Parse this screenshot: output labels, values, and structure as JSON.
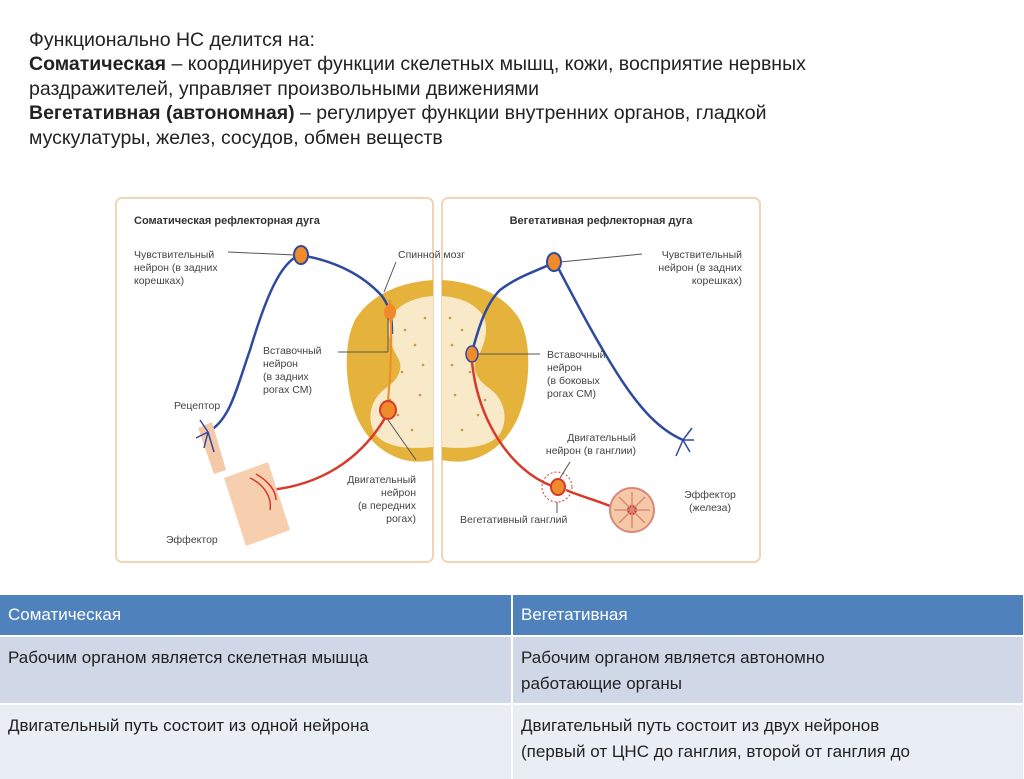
{
  "intro": {
    "line1": "Функционально НС делится на:",
    "somatic_term": "Соматическая",
    "somatic_desc_1": " – координирует функции скелетных мышц, кожи, восприятие нервных",
    "somatic_desc_2": "раздражителей, управляет произвольными движениями",
    "vegetative_term": "Вегетативная (автономная)",
    "vegetative_desc_1": " – регулирует функции внутренних органов, гладкой",
    "vegetative_desc_2": "мускулатуры, желез, сосудов, обмен веществ"
  },
  "diagram": {
    "left_title": "Соматическая рефлекторная дуга",
    "right_title": "Вегетативная рефлекторная дуга",
    "spinal_cord": "Спинной мозг",
    "left": {
      "sensory": [
        "Чувствительный",
        "нейрон (в задних",
        "корешках)"
      ],
      "inter": [
        "Вставочный",
        "нейрон",
        "(в задних",
        "рогах СМ)"
      ],
      "receptor": "Рецептор",
      "motor": [
        "Двигательный",
        "нейрон",
        "(в передних",
        "рогах)"
      ],
      "effector": "Эффектор"
    },
    "right": {
      "sensory": [
        "Чувствительный",
        "нейрон (в задних",
        "корешках)"
      ],
      "inter": [
        "Вставочный",
        "нейрон",
        "(в боковых",
        "рогах СМ)"
      ],
      "motor": [
        "Двигательный",
        "нейрон (в ганглии)"
      ],
      "effector": [
        "Эффектор",
        "(железа)"
      ],
      "ganglion": "Вегетативный ганглий"
    },
    "colors": {
      "sensory_nerve": "#2e4a9e",
      "motor_nerve": "#d83a2a",
      "cord_outer": "#e5b23c",
      "cord_inner": "#f8e9c8",
      "neuron_body": "#f08a2a",
      "panel_border": "#f0d6b6"
    }
  },
  "table": {
    "headers": [
      "Соматическая",
      "Вегетативная"
    ],
    "rows": [
      {
        "somatic": [
          "Рабочим органом является скелетная мышца"
        ],
        "vegetative": [
          "Рабочим органом является автономно",
          "работающие органы"
        ]
      },
      {
        "somatic": [
          "Двигательный путь состоит из одной нейрона"
        ],
        "vegetative": [
          "Двигательный путь состоит из двух нейронов",
          "(первый от ЦНС до ганглия, второй от ганглия до"
        ]
      }
    ]
  }
}
